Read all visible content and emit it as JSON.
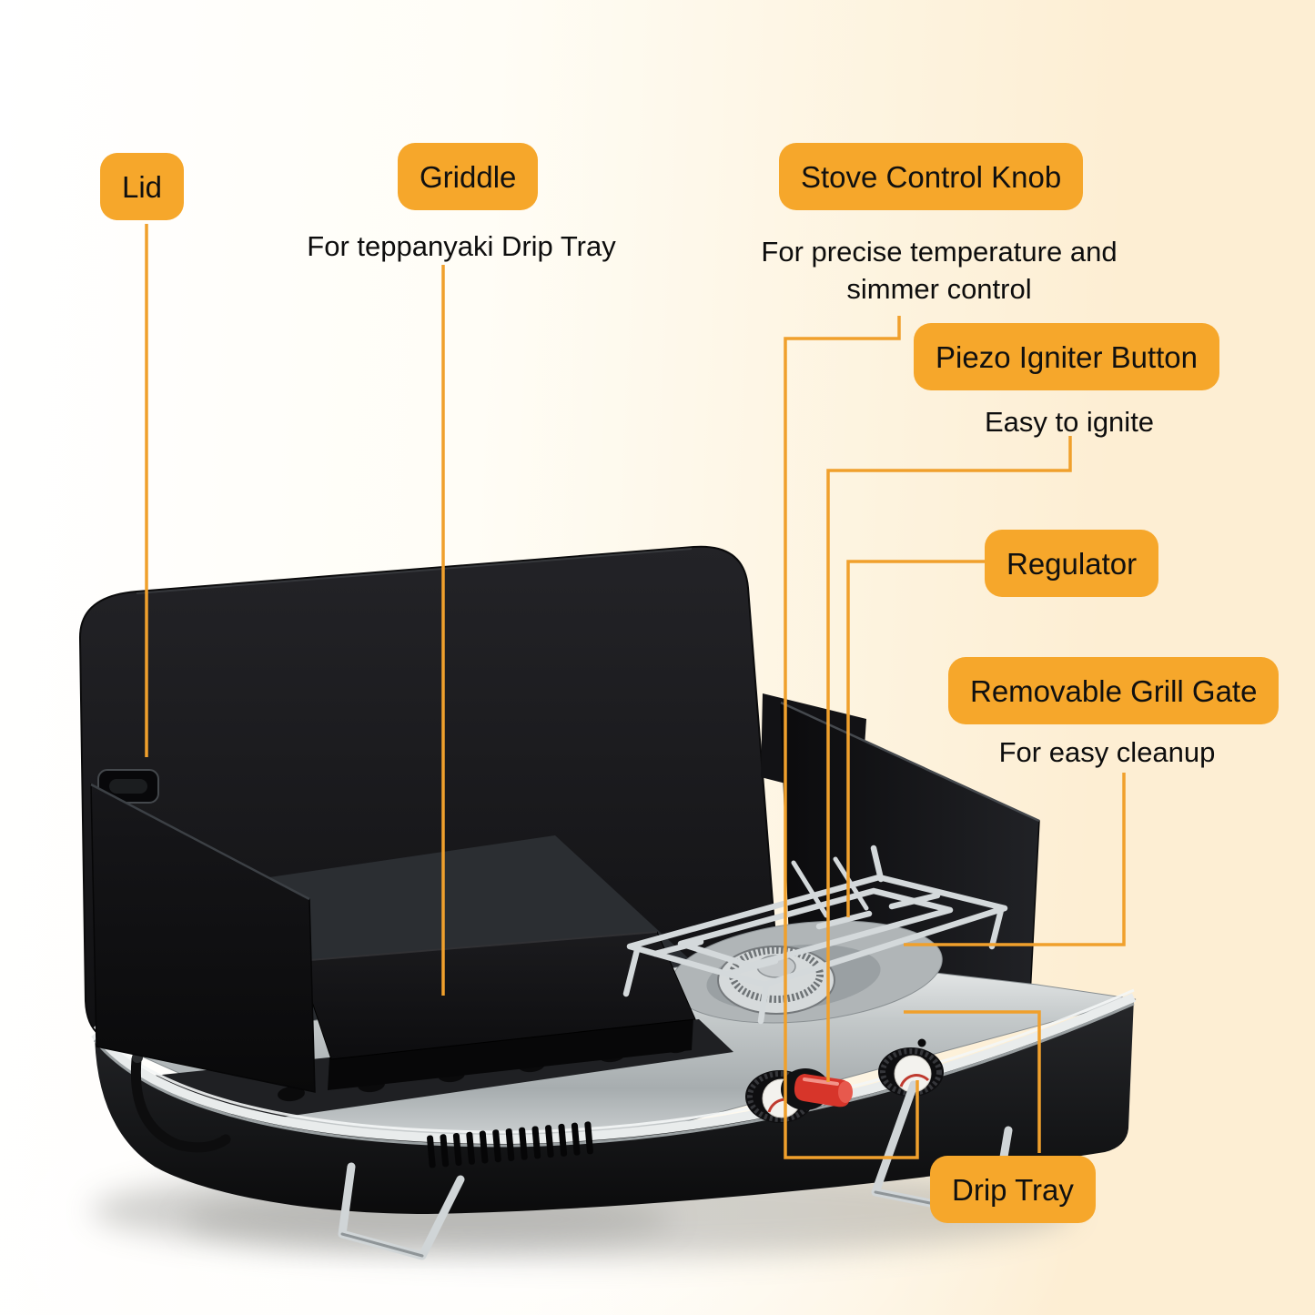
{
  "callouts": [
    {
      "id": "lid",
      "label": "Lid",
      "sublabel": ""
    },
    {
      "id": "griddle",
      "label": "Griddle",
      "sublabel": "For teppanyaki Drip Tray"
    },
    {
      "id": "stove-control-knob",
      "label": "Stove Control Knob",
      "sublabel": "For precise temperature and simmer control"
    },
    {
      "id": "piezo-igniter-button",
      "label": "Piezo Igniter Button",
      "sublabel": "Easy to ignite"
    },
    {
      "id": "regulator",
      "label": "Regulator",
      "sublabel": ""
    },
    {
      "id": "removable-grill-gate",
      "label": "Removable Grill Gate",
      "sublabel": "For easy cleanup"
    },
    {
      "id": "drip-tray",
      "label": "Drip Tray",
      "sublabel": ""
    }
  ],
  "colors": {
    "callout_bg": "#F6A72B",
    "connector_line": "#F0A02C",
    "background_white": "#FFFFFF",
    "background_peach": "#FDEED3",
    "stove_black": "#1B1B1E",
    "steel_silver": "#C6CBCC",
    "piezo_red": "#D7352A"
  }
}
